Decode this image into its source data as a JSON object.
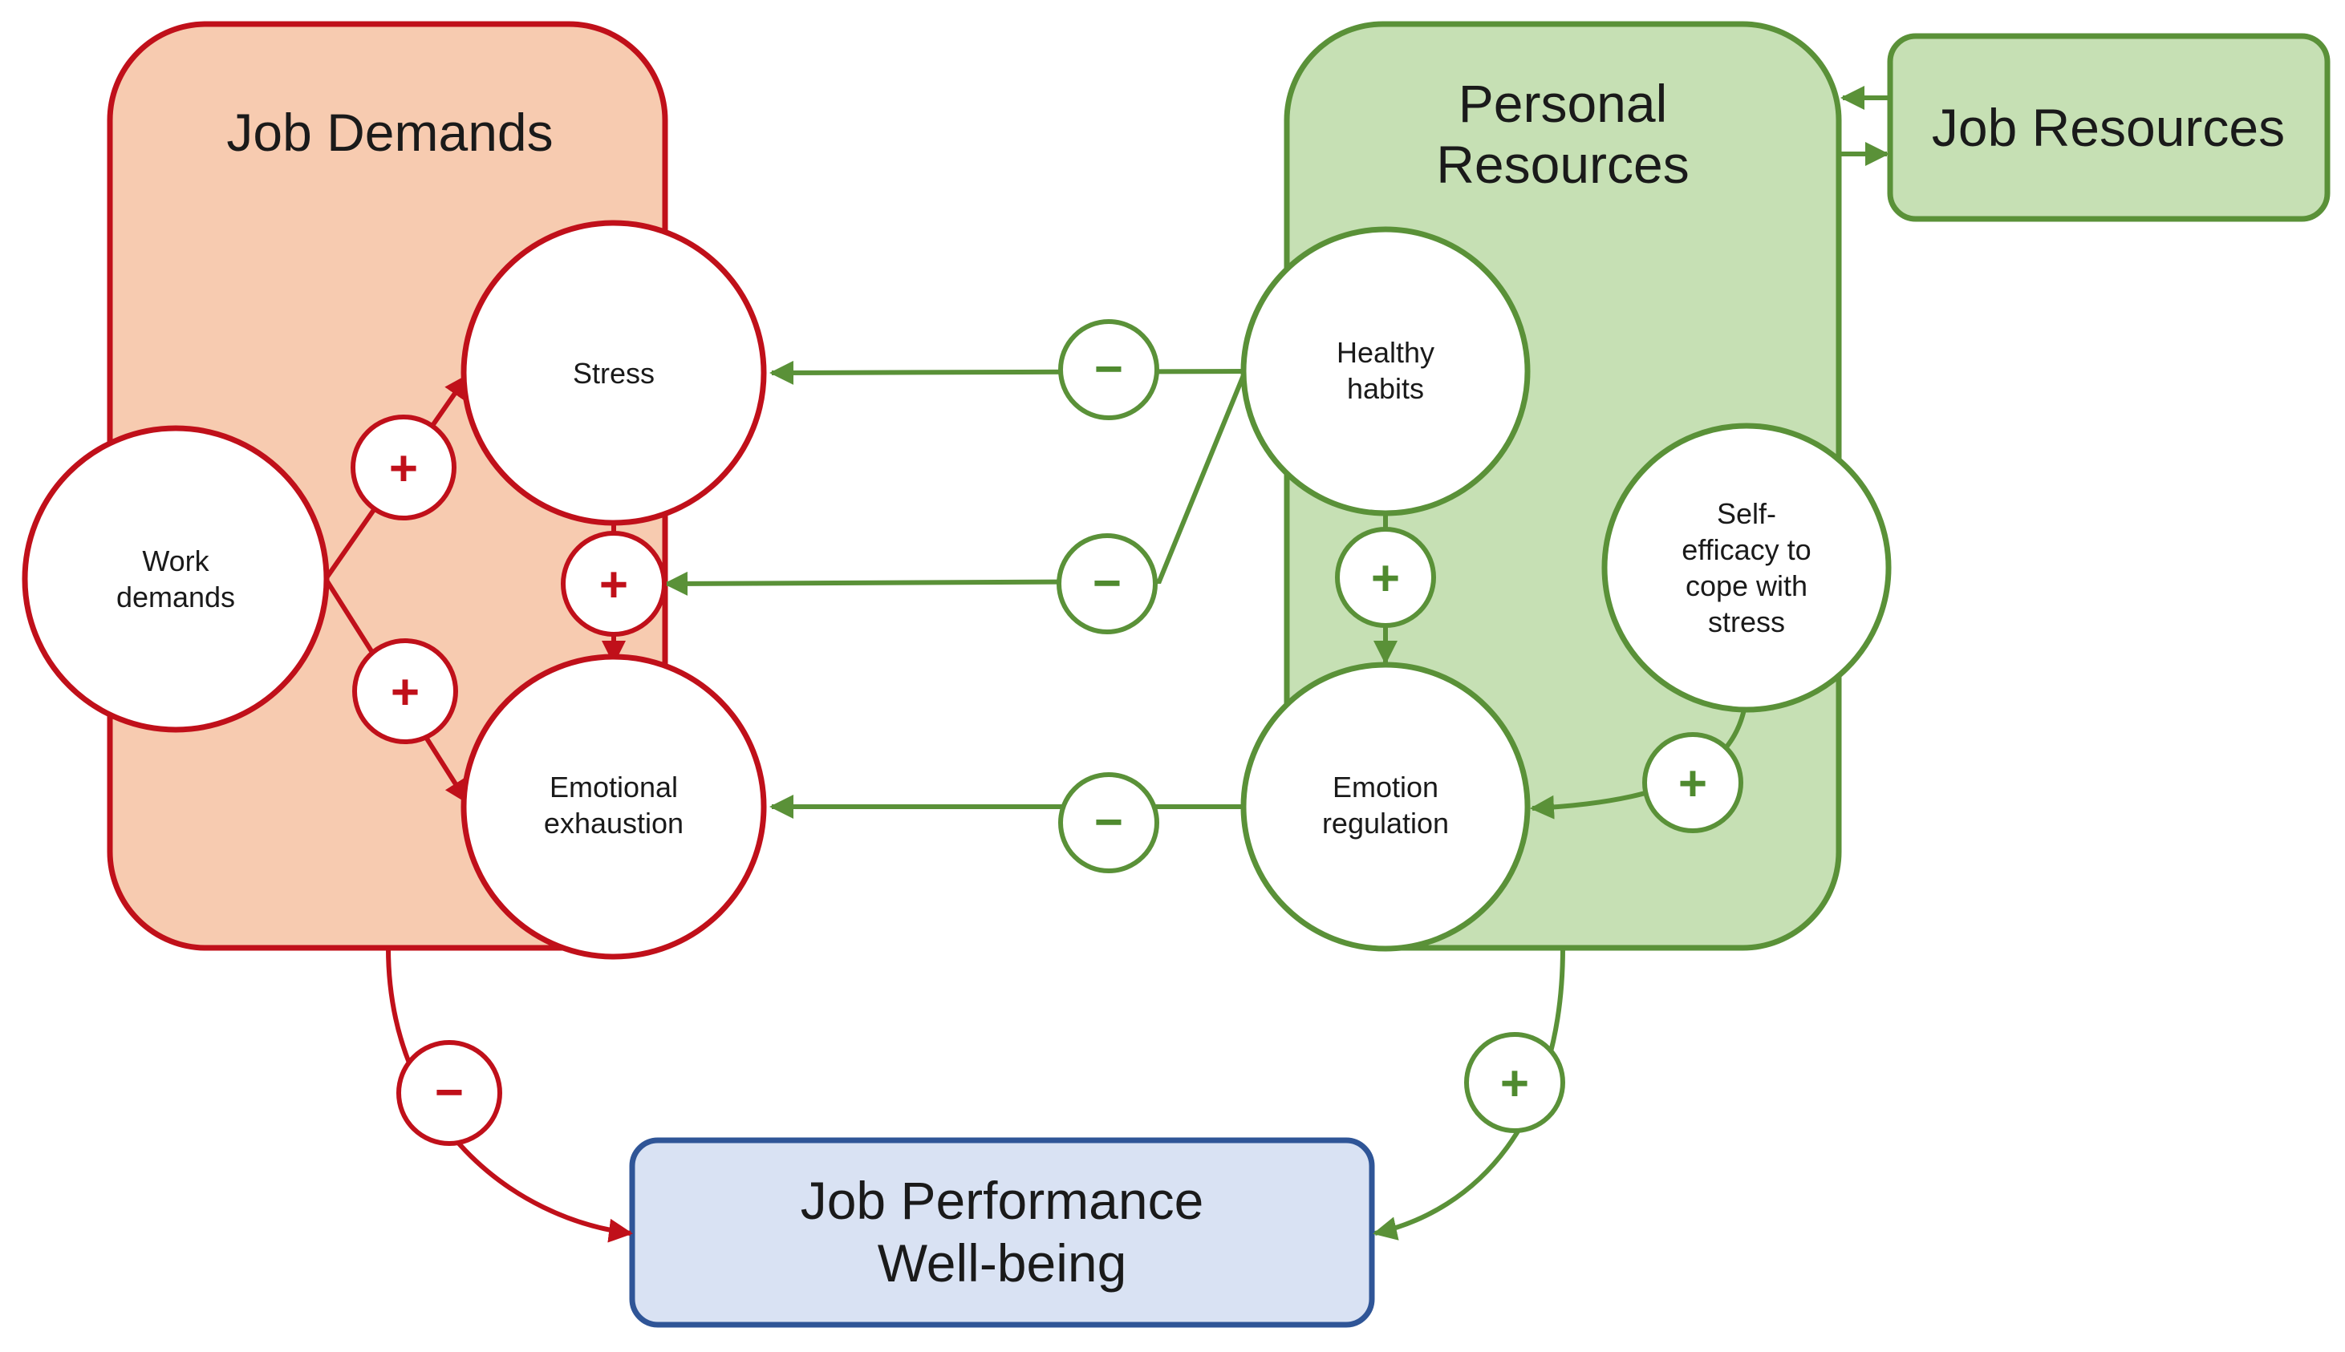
{
  "colors": {
    "demands_stroke": "#c0101a",
    "demands_fill": "#f7cbb0",
    "resources_stroke": "#5a9138",
    "resources_fill": "#c6e0b4",
    "outcome_stroke": "#2f5597",
    "outcome_fill": "#d9e2f3"
  },
  "boxes": {
    "job_demands": {
      "title": "Job Demands"
    },
    "personal_resources": {
      "title_line1": "Personal",
      "title_line2": "Resources"
    },
    "job_resources": {
      "title": "Job Resources"
    },
    "outcome": {
      "title_line1": "Job Performance",
      "title_line2": "Well-being"
    }
  },
  "nodes": {
    "work_demands": [
      "Work",
      "demands"
    ],
    "stress": [
      "Stress"
    ],
    "emotional_exhaustion": [
      "Emotional",
      "exhaustion"
    ],
    "healthy_habits": [
      "Healthy",
      "habits"
    ],
    "self_efficacy": [
      "Self-",
      "efficacy to",
      "cope with",
      "stress"
    ],
    "emotion_regulation": [
      "Emotion",
      "regulation"
    ]
  },
  "signs": {
    "plus": "+",
    "minus": "−"
  }
}
